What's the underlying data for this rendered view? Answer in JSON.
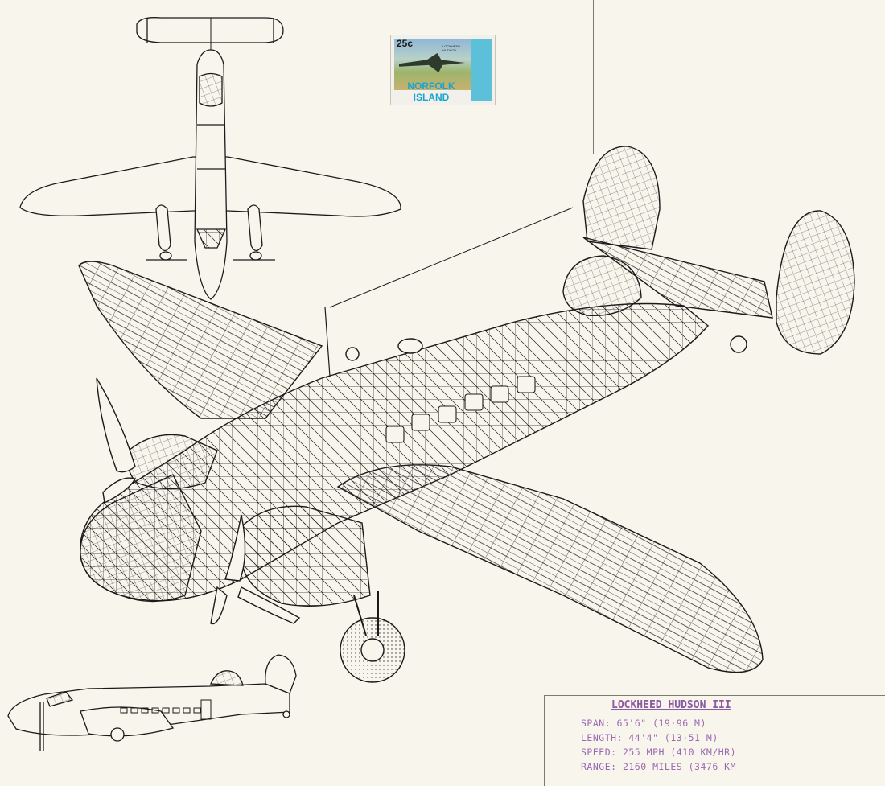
{
  "stamp": {
    "value": "25c",
    "caption": "LOCKHEED HUDSON",
    "country": "NORFOLK ISLAND"
  },
  "specs": {
    "title": "LOCKHEED HUDSON III",
    "span": "SPAN: 65'6\" (19·96 M)",
    "length": "LENGTH: 44'4\" (13·51 M)",
    "speed": "SPEED: 255 MPH (410 KM/HR)",
    "range": "RANGE: 2160 MILES (3476 KM"
  },
  "colors": {
    "paper": "#f8f5ec",
    "ink": "#1a1a1a",
    "annotation": "#9a69b1",
    "stamp_accent": "#1aa5cf"
  }
}
